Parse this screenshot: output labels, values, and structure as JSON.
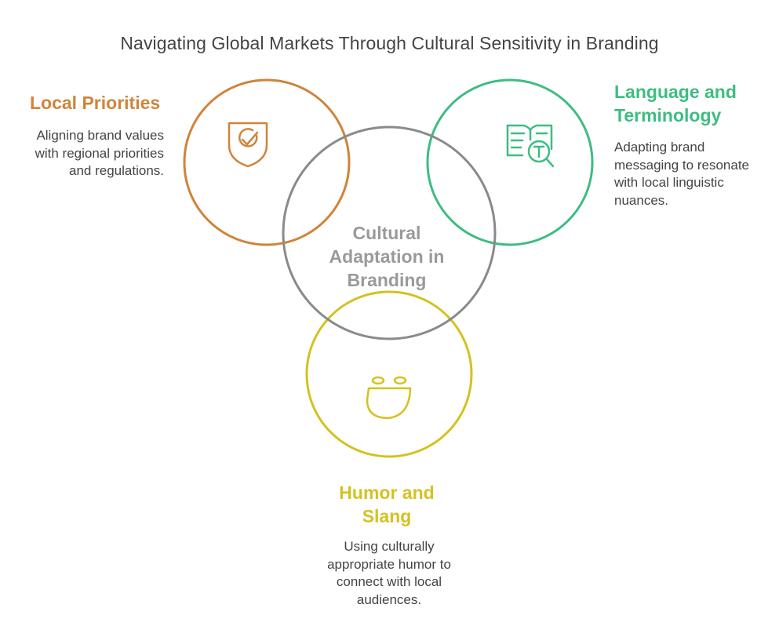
{
  "title": "Navigating Global Markets Through Cultural Sensitivity in Branding",
  "center": {
    "label": "Cultural Adaptation in Branding",
    "color": "#8a8a8a"
  },
  "local_priorities": {
    "heading": "Local Priorities",
    "description": "Aligning brand values with regional priorities and regulations.",
    "color": "#d0843a",
    "icon": "shield-check-icon"
  },
  "language_terminology": {
    "heading": "Language and Terminology",
    "description": "Adapting brand messaging to resonate with local linguistic nuances.",
    "color": "#3dbd82",
    "icon": "book-search-icon"
  },
  "humor_slang": {
    "heading": "Humor and Slang",
    "description": "Using culturally appropriate humor to connect with local audiences.",
    "color": "#d4c221",
    "icon": "smiley-icon"
  }
}
